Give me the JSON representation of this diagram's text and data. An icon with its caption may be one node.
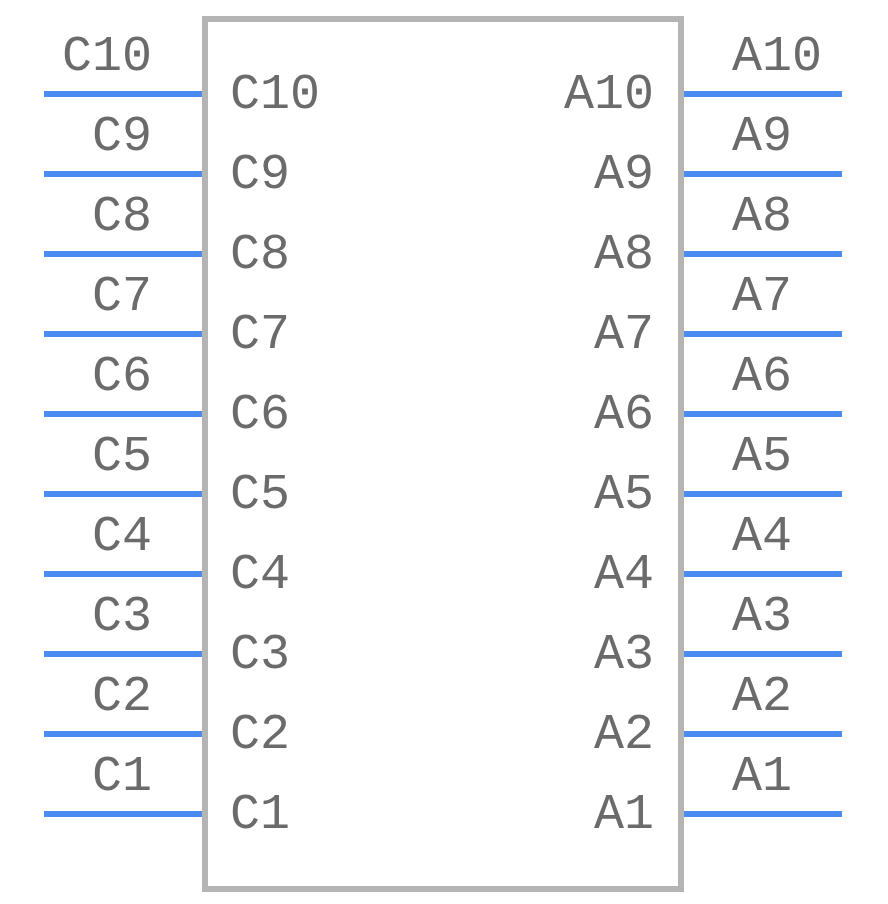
{
  "diagram": {
    "nodes": [
      {
        "text": [],
        "shape": "box"
      }
    ],
    "labels": [
      "C10",
      "C10",
      "A10",
      "A10",
      "C9",
      "C9",
      "A9",
      "A9",
      "C8",
      "C8",
      "A8",
      "A8",
      "C7",
      "C7",
      "A7",
      "A7",
      "C6",
      "C6",
      "A6",
      "A6",
      "C5",
      "C5",
      "A5",
      "A5",
      "C4",
      "C4",
      "A4",
      "A4",
      "C3",
      "C3",
      "A3",
      "A3",
      "C2",
      "C2",
      "A2",
      "A2",
      "C1",
      "C1",
      "A1",
      "A1"
    ]
  }
}
